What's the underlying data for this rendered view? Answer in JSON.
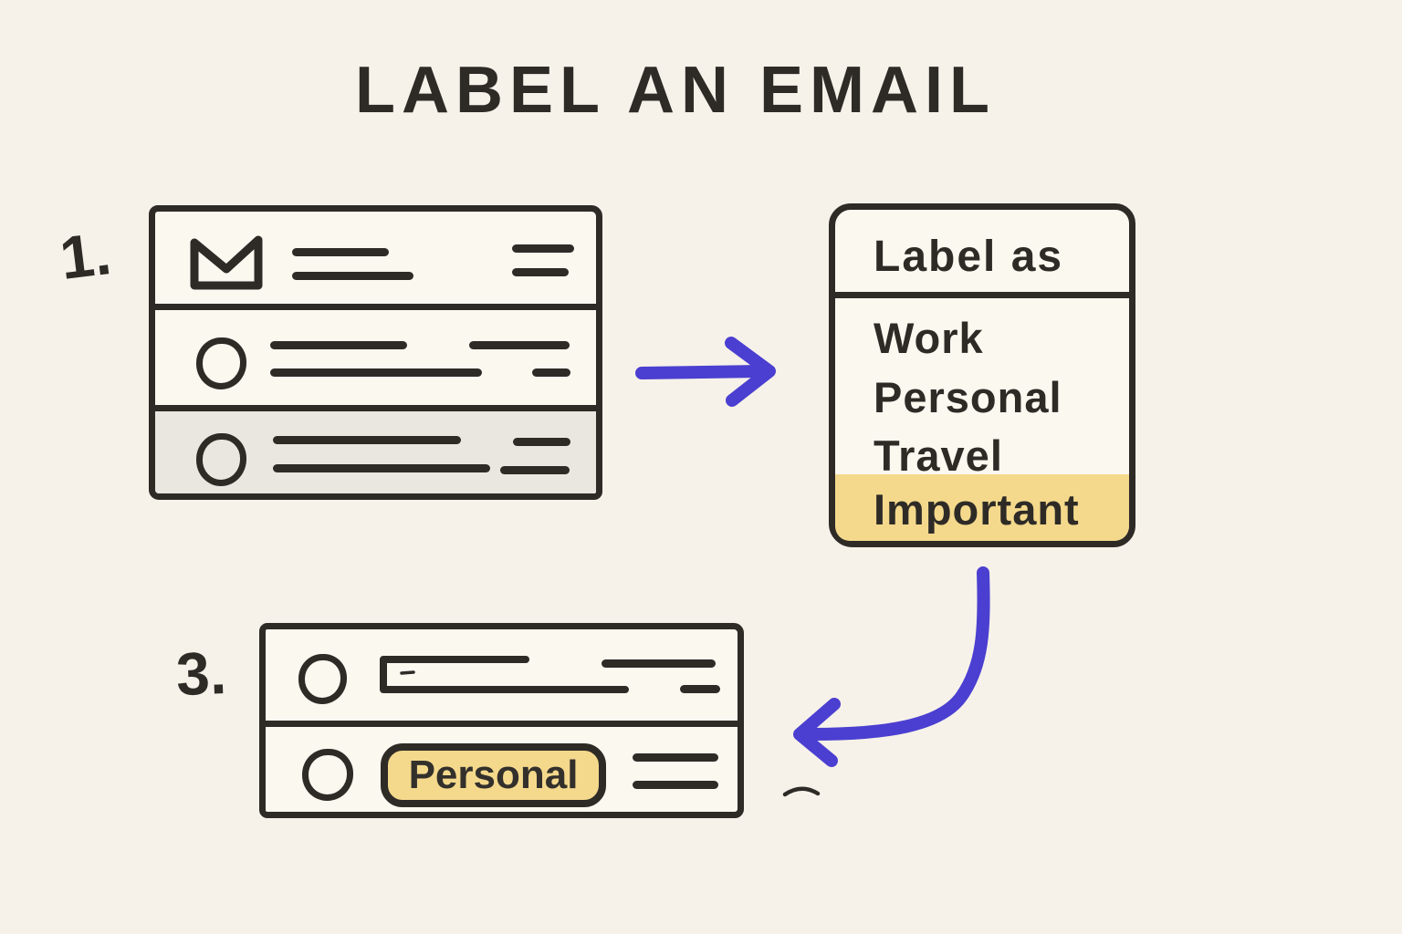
{
  "title": "LABEL AN EMAIL",
  "colors": {
    "bg": "#f6f2e9",
    "paper": "#fbf8f0",
    "ink": "#2e2b27",
    "accent": "#4b3fd1",
    "highlight": "#f4d98c",
    "shade": "#eae7e1"
  },
  "steps": {
    "inbox": {
      "number": "1."
    },
    "labeled": {
      "number": "3."
    }
  },
  "inbox": {
    "icon": "mail-icon",
    "row_icons": [
      "radio-circle-icon",
      "radio-circle-icon"
    ]
  },
  "menu": {
    "header": "Label as",
    "items": [
      {
        "label": "Work",
        "highlighted": false
      },
      {
        "label": "Personal",
        "highlighted": false
      },
      {
        "label": "Travel",
        "highlighted": false
      },
      {
        "label": "Important",
        "highlighted": true
      }
    ]
  },
  "labeled_email": {
    "tag": "Personal",
    "row_icon": "radio-circle-icon"
  },
  "arrows": {
    "step1_to_menu": "right-arrow-icon",
    "menu_to_step3": "curved-left-arrow-icon"
  }
}
